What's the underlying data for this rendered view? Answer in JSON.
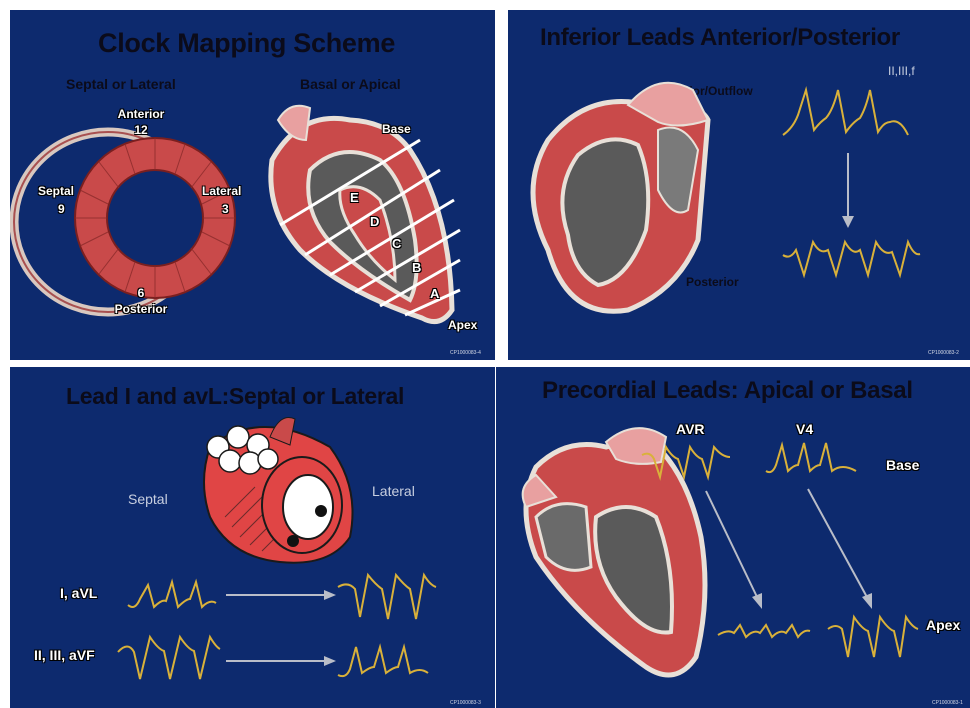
{
  "panels": {
    "clock": {
      "title": "Clock Mapping Scheme",
      "subtitle_left": "Septal or Lateral",
      "subtitle_right": "Basal or Apical",
      "anterior": "Anterior",
      "num_12": "12",
      "septal": "Septal",
      "num_9": "9",
      "lateral": "Lateral",
      "num_3": "3",
      "num_6": "6",
      "posterior": "Posterior",
      "base": "Base",
      "apex": "Apex",
      "zones": [
        "A",
        "B",
        "C",
        "D",
        "E"
      ],
      "code": "CP1000083-4"
    },
    "inferior": {
      "title": "Inferior Leads Anterior/Posterior",
      "leads": "II,III,f",
      "anterior_outflow": "Anterior/Outflow",
      "posterior": "Posterior",
      "code": "CP1000083-2"
    },
    "lead1": {
      "title": "Lead I and avL:Septal or Lateral",
      "septal": "Septal",
      "lateral": "Lateral",
      "row1": "I, aVL",
      "row2": "II, III, aVF",
      "code": "CP1000083-3"
    },
    "precordial": {
      "title": "Precordial Leads: Apical or Basal",
      "avr": "AVR",
      "v4": "V4",
      "base": "Base",
      "apex": "Apex",
      "code": "CP1000083-1"
    }
  },
  "colors": {
    "panel_bg": "#0d2a6e",
    "muscle": "#c94a4a",
    "trace": "#d9b13a",
    "arrow": "#b9bdc8"
  }
}
